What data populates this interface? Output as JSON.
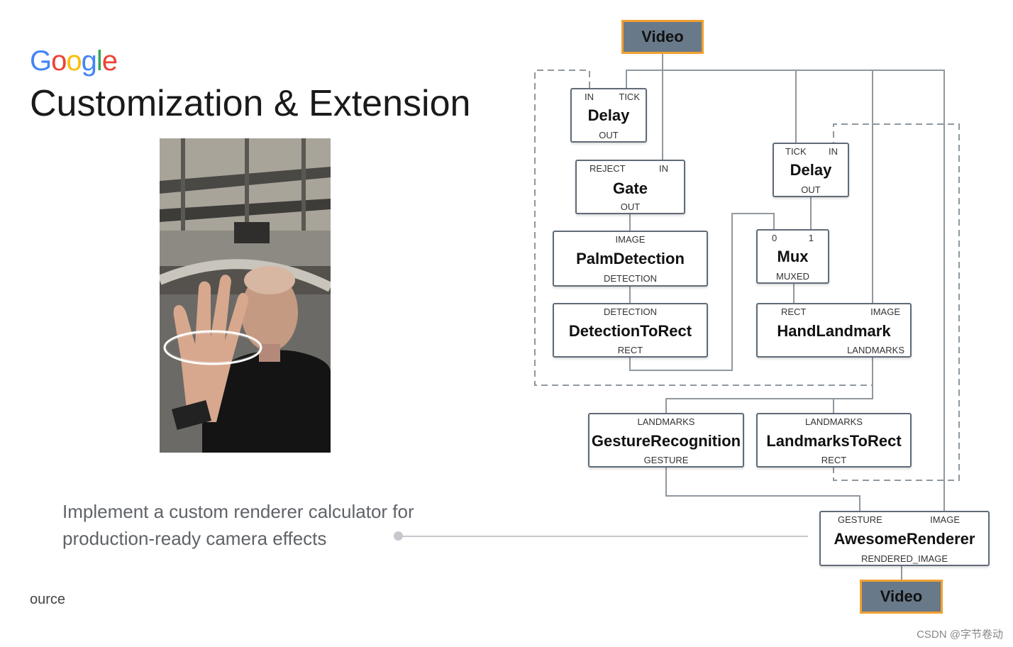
{
  "slide": {
    "logo": [
      "G",
      "o",
      "o",
      "g",
      "l",
      "e"
    ],
    "title": "Customization & Extension",
    "caption_line1": "Implement a custom renderer calculator for",
    "caption_line2": "production-ready camera effects",
    "source": "ource",
    "watermark": "CSDN @字节卷动"
  },
  "graph": {
    "input": "Video",
    "output": "Video",
    "delay1": {
      "name": "Delay",
      "in": "IN",
      "tick": "TICK",
      "out": "OUT"
    },
    "gate": {
      "name": "Gate",
      "reject": "REJECT",
      "in": "IN",
      "out": "OUT"
    },
    "palm": {
      "name": "PalmDetection",
      "in": "IMAGE",
      "out": "DETECTION"
    },
    "d2r": {
      "name": "DetectionToRect",
      "in": "DETECTION",
      "out": "RECT"
    },
    "delay2": {
      "name": "Delay",
      "tick": "TICK",
      "in": "IN",
      "out": "OUT"
    },
    "mux": {
      "name": "Mux",
      "in0": "0",
      "in1": "1",
      "out": "MUXED"
    },
    "hand": {
      "name": "HandLandmark",
      "rect": "RECT",
      "image": "IMAGE",
      "out": "LANDMARKS"
    },
    "gesture": {
      "name": "GestureRecognition",
      "in": "LANDMARKS",
      "out": "GESTURE"
    },
    "l2r": {
      "name": "LandmarksToRect",
      "in": "LANDMARKS",
      "out": "RECT"
    },
    "renderer": {
      "name": "AwesomeRenderer",
      "gesture": "GESTURE",
      "image": "IMAGE",
      "out": "RENDERED_IMAGE"
    }
  }
}
